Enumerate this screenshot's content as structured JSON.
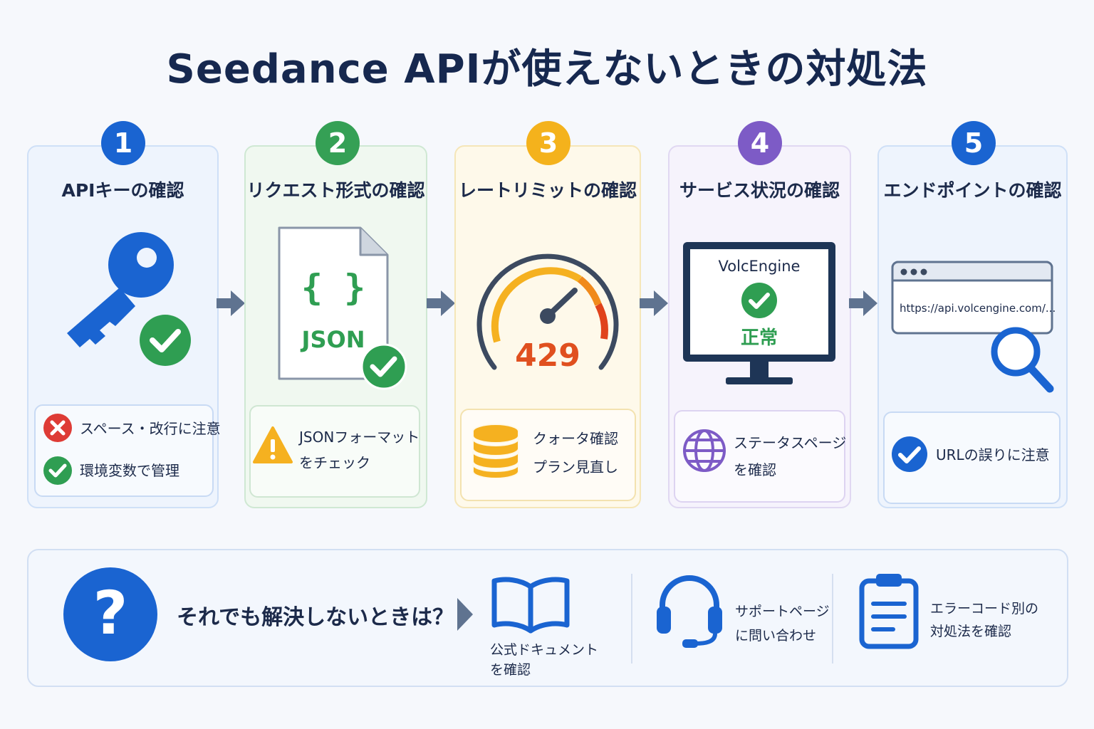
{
  "title": "Seedance APIが使えないときの対処法",
  "steps": [
    {
      "number": "1",
      "title": "APIキーの確認",
      "tips": [
        "スペース・改行に注意",
        "環境変数で管理"
      ],
      "color": "#1a64d1"
    },
    {
      "number": "2",
      "title": "リクエスト形式の確認",
      "icon_label": "JSON",
      "tips": [
        "JSONフォーマット",
        "をチェック"
      ],
      "color": "#35a055"
    },
    {
      "number": "3",
      "title": "レートリミットの確認",
      "gauge_value": "429",
      "tips": [
        "クォータ確認",
        "プラン見直し"
      ],
      "color": "#f4b21c"
    },
    {
      "number": "4",
      "title": "サービス状況の確認",
      "monitor_title": "VolcEngine",
      "monitor_status": "正常",
      "tips": [
        "ステータスページ",
        "を確認"
      ],
      "color": "#7d5bc6"
    },
    {
      "number": "5",
      "title": "エンドポイントの確認",
      "url": "https://api.volcengine.com/...",
      "tips": [
        "URLの誤りに注意"
      ],
      "color": "#1a64d1"
    }
  ],
  "help": {
    "question": "それでも解決しないときは？",
    "items": [
      {
        "icon": "book-icon",
        "lines": [
          "公式ドキュメント",
          "を確認"
        ]
      },
      {
        "icon": "headset-icon",
        "lines": [
          "サポートページ",
          "に問い合わせ"
        ]
      },
      {
        "icon": "clipboard-icon",
        "lines": [
          "エラーコード別の",
          "対処法を確認"
        ]
      }
    ]
  }
}
